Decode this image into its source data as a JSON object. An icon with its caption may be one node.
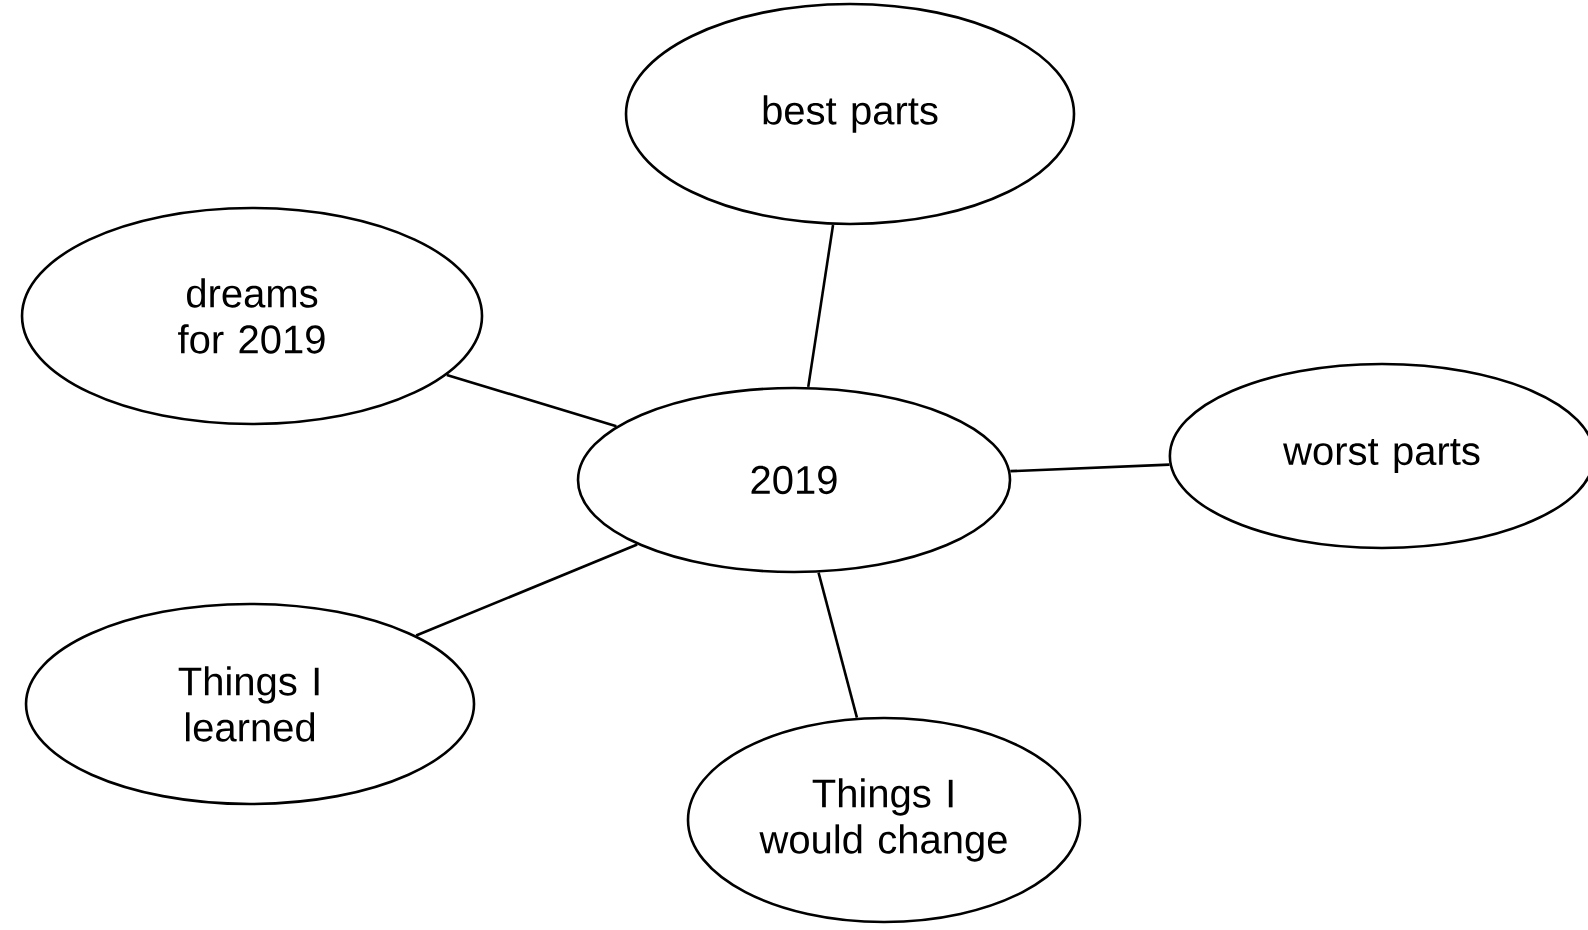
{
  "diagram": {
    "nodes": [
      {
        "text": [
          "2019"
        ]
      },
      {
        "text": [
          "best parts"
        ]
      },
      {
        "text": [
          "dreams for 2019"
        ]
      },
      {
        "text": [
          "worst parts"
        ]
      },
      {
        "text": [
          "Things I learned"
        ]
      },
      {
        "text": [
          "Things I would change"
        ]
      }
    ],
    "edges": [
      {
        "from": 0,
        "to": 1,
        "arrow": "none"
      },
      {
        "from": 0,
        "to": 2,
        "arrow": "none"
      },
      {
        "from": 0,
        "to": 3,
        "arrow": "none"
      },
      {
        "from": 0,
        "to": 4,
        "arrow": "none"
      },
      {
        "from": 0,
        "to": 5,
        "arrow": "none"
      }
    ]
  }
}
